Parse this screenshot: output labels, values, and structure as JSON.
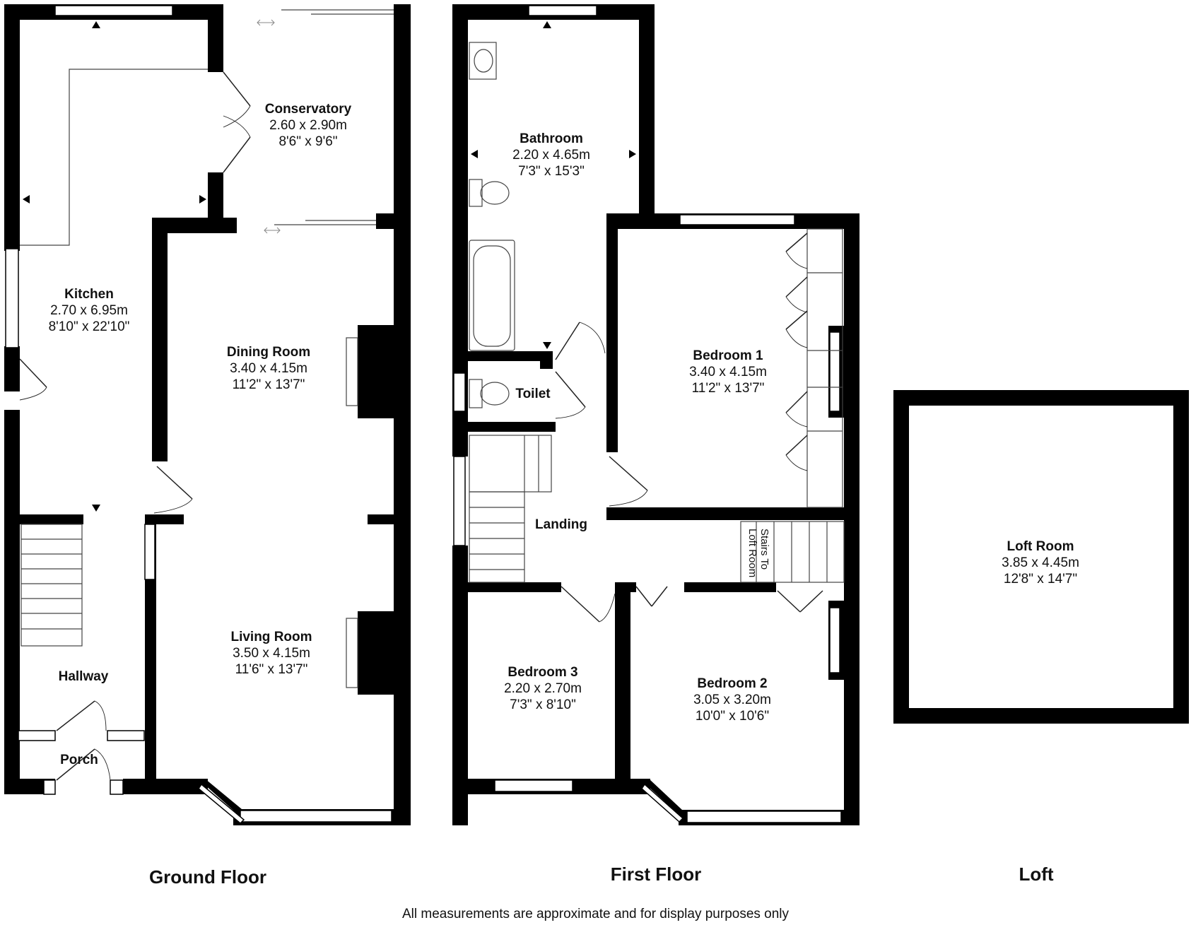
{
  "floors": {
    "ground": "Ground Floor",
    "first": "First Floor",
    "loft": "Loft"
  },
  "rooms": {
    "kitchen": {
      "name": "Kitchen",
      "metric": "2.70 x 6.95m",
      "imperial": "8'10\" x 22'10\""
    },
    "conservatory": {
      "name": "Conservatory",
      "metric": "2.60 x 2.90m",
      "imperial": "8'6\" x 9'6\""
    },
    "dining": {
      "name": "Dining Room",
      "metric": "3.40 x 4.15m",
      "imperial": "11'2\" x 13'7\""
    },
    "living": {
      "name": "Living Room",
      "metric": "3.50 x 4.15m",
      "imperial": "11'6\" x 13'7\""
    },
    "hallway": {
      "name": "Hallway"
    },
    "porch": {
      "name": "Porch"
    },
    "bathroom": {
      "name": "Bathroom",
      "metric": "2.20 x 4.65m",
      "imperial": "7'3\" x 15'3\""
    },
    "toilet": {
      "name": "Toilet"
    },
    "bedroom1": {
      "name": "Bedroom 1",
      "metric": "3.40 x 4.15m",
      "imperial": "11'2\" x 13'7\""
    },
    "landing": {
      "name": "Landing"
    },
    "bedroom3": {
      "name": "Bedroom 3",
      "metric": "2.20 x 2.70m",
      "imperial": "7'3\" x 8'10\""
    },
    "bedroom2": {
      "name": "Bedroom 2",
      "metric": "3.05 x 3.20m",
      "imperial": "10'0\" x 10'6\""
    },
    "loftroom": {
      "name": "Loft Room",
      "metric": "3.85 x 4.45m",
      "imperial": "12'8\" x 14'7\""
    }
  },
  "stairs_label": {
    "line1": "Stairs To",
    "line2": "Loft Room"
  },
  "disclaimer": "All measurements are approximate and for display purposes only",
  "colors": {
    "wall": "#000000",
    "fixture": "#555555",
    "window": "#ffffff"
  }
}
